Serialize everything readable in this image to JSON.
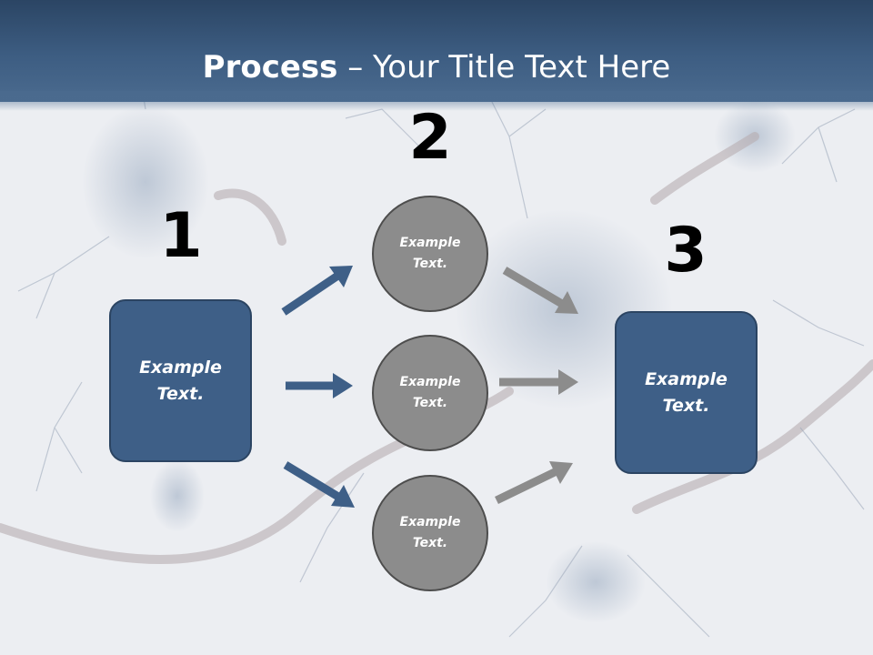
{
  "title": {
    "bold": "Process",
    "dash": " – ",
    "rest": "Your Title Text Here"
  },
  "steps": {
    "one": {
      "number": "1",
      "text": "Example\nText."
    },
    "two": {
      "number": "2"
    },
    "three": {
      "number": "3",
      "text": "Example\nText."
    }
  },
  "circles": [
    {
      "text": "Example\nText."
    },
    {
      "text": "Example\nText."
    },
    {
      "text": "Example\nText."
    }
  ],
  "colors": {
    "title_bar": "#3d5d82",
    "box_fill": "#3e5f87",
    "circle_fill": "#8c8c8c",
    "arrow_blue": "#3e5f87",
    "arrow_gray": "#8c8c8c"
  }
}
